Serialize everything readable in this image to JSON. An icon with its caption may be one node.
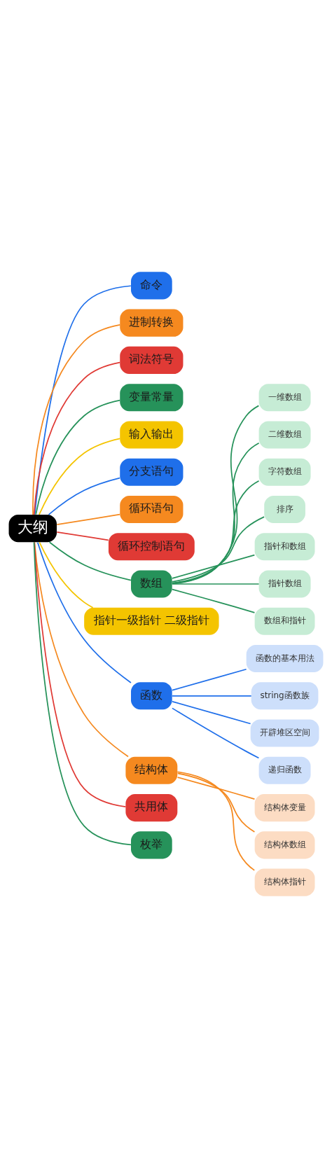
{
  "diagram": {
    "nodes": [
      {
        "text": [
          "大纲"
        ]
      },
      {
        "text": [
          "命令"
        ]
      },
      {
        "text": [
          "进制转换"
        ]
      },
      {
        "text": [
          "词法符号"
        ]
      },
      {
        "text": [
          "变量常量"
        ]
      },
      {
        "text": [
          "输入输出"
        ]
      },
      {
        "text": [
          "分支语句"
        ]
      },
      {
        "text": [
          "循环语句"
        ]
      },
      {
        "text": [
          "循环控制语句"
        ]
      },
      {
        "text": [
          "数组"
        ]
      },
      {
        "text": [
          "一维数组"
        ]
      },
      {
        "text": [
          "二维数组"
        ]
      },
      {
        "text": [
          "字符数组"
        ]
      },
      {
        "text": [
          "排序"
        ]
      },
      {
        "text": [
          "指针和数组"
        ]
      },
      {
        "text": [
          "指针数组"
        ]
      },
      {
        "text": [
          "数组和指针"
        ]
      },
      {
        "text": [
          "指针一级指针 二级指针"
        ]
      },
      {
        "text": [
          "函数"
        ]
      },
      {
        "text": [
          "函数的基本用法"
        ]
      },
      {
        "text": [
          "string函数族"
        ]
      },
      {
        "text": [
          "开辟堆区空间"
        ]
      },
      {
        "text": [
          "递归函数"
        ]
      },
      {
        "text": [
          "结构体"
        ]
      },
      {
        "text": [
          "结构体变量"
        ]
      },
      {
        "text": [
          "结构体数组"
        ]
      },
      {
        "text": [
          "结构体指针"
        ]
      },
      {
        "text": [
          "共用体"
        ]
      },
      {
        "text": [
          "枚举"
        ]
      }
    ],
    "edges": [
      {
        "from": 0,
        "to": 1,
        "arrow": "none",
        "color": "#1f6fea"
      },
      {
        "from": 0,
        "to": 2,
        "arrow": "none",
        "color": "#f5891f"
      },
      {
        "from": 0,
        "to": 3,
        "arrow": "none",
        "color": "#e03a35"
      },
      {
        "from": 0,
        "to": 4,
        "arrow": "none",
        "color": "#26925a"
      },
      {
        "from": 0,
        "to": 5,
        "arrow": "none",
        "color": "#f4c400"
      },
      {
        "from": 0,
        "to": 6,
        "arrow": "none",
        "color": "#1f6fea"
      },
      {
        "from": 0,
        "to": 7,
        "arrow": "none",
        "color": "#f5891f"
      },
      {
        "from": 0,
        "to": 8,
        "arrow": "none",
        "color": "#e03a35"
      },
      {
        "from": 0,
        "to": 9,
        "arrow": "none",
        "color": "#26925a"
      },
      {
        "from": 9,
        "to": 10,
        "arrow": "none",
        "color": "#26925a"
      },
      {
        "from": 9,
        "to": 11,
        "arrow": "none",
        "color": "#26925a"
      },
      {
        "from": 9,
        "to": 12,
        "arrow": "none",
        "color": "#26925a"
      },
      {
        "from": 9,
        "to": 13,
        "arrow": "none",
        "color": "#26925a"
      },
      {
        "from": 9,
        "to": 14,
        "arrow": "none",
        "color": "#26925a"
      },
      {
        "from": 9,
        "to": 15,
        "arrow": "none",
        "color": "#26925a"
      },
      {
        "from": 9,
        "to": 16,
        "arrow": "none",
        "color": "#26925a"
      },
      {
        "from": 0,
        "to": 17,
        "arrow": "none",
        "color": "#f4c400"
      },
      {
        "from": 0,
        "to": 18,
        "arrow": "none",
        "color": "#1f6fea"
      },
      {
        "from": 18,
        "to": 19,
        "arrow": "none",
        "color": "#1f6fea"
      },
      {
        "from": 18,
        "to": 20,
        "arrow": "none",
        "color": "#1f6fea"
      },
      {
        "from": 18,
        "to": 21,
        "arrow": "none",
        "color": "#1f6fea"
      },
      {
        "from": 18,
        "to": 22,
        "arrow": "none",
        "color": "#1f6fea"
      },
      {
        "from": 0,
        "to": 23,
        "arrow": "none",
        "color": "#f5891f"
      },
      {
        "from": 23,
        "to": 24,
        "arrow": "none",
        "color": "#f5891f"
      },
      {
        "from": 23,
        "to": 25,
        "arrow": "none",
        "color": "#f5891f"
      },
      {
        "from": 23,
        "to": 26,
        "arrow": "none",
        "color": "#f5891f"
      },
      {
        "from": 0,
        "to": 27,
        "arrow": "none",
        "color": "#e03a35"
      },
      {
        "from": 0,
        "to": 28,
        "arrow": "none",
        "color": "#26925a"
      }
    ]
  }
}
